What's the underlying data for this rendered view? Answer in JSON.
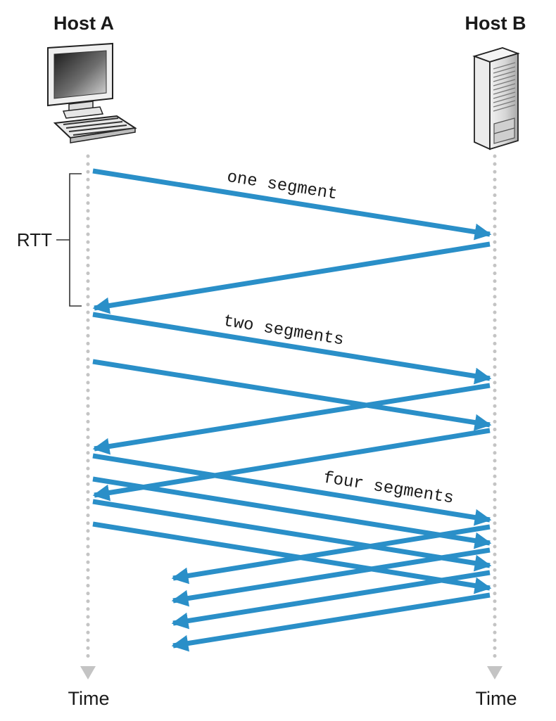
{
  "hosts": {
    "a": {
      "label": "Host A",
      "icon": "desktop-computer-icon"
    },
    "b": {
      "label": "Host B",
      "icon": "server-tower-icon"
    }
  },
  "timeline": {
    "label_a": "Time",
    "label_b": "Time"
  },
  "rtt": {
    "label": "RTT"
  },
  "segment_labels": {
    "one": "one segment",
    "two": "two segments",
    "four": "four segments"
  },
  "colors": {
    "arrow": "#2a8fc8",
    "timeline": "#c4c4c4",
    "text": "#1a1a1a"
  }
}
